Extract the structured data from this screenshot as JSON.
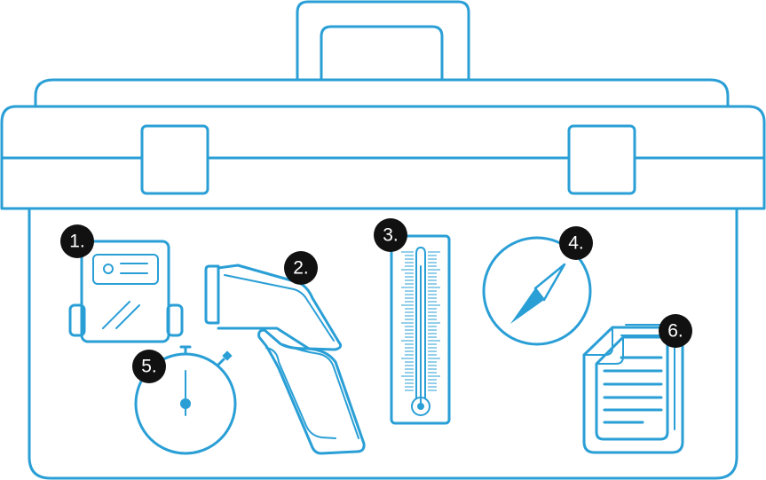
{
  "colors": {
    "stroke": "#2a9fd6",
    "badge": "#111111",
    "badge_text": "#ffffff",
    "background": "#ffffff"
  },
  "toolbox": {
    "tools": [
      {
        "number": "1.",
        "icon": "meter-icon"
      },
      {
        "number": "2.",
        "icon": "thermometer-gun-icon"
      },
      {
        "number": "3.",
        "icon": "thermometer-icon"
      },
      {
        "number": "4.",
        "icon": "compass-icon"
      },
      {
        "number": "5.",
        "icon": "stopwatch-icon"
      },
      {
        "number": "6.",
        "icon": "document-icon"
      }
    ]
  }
}
